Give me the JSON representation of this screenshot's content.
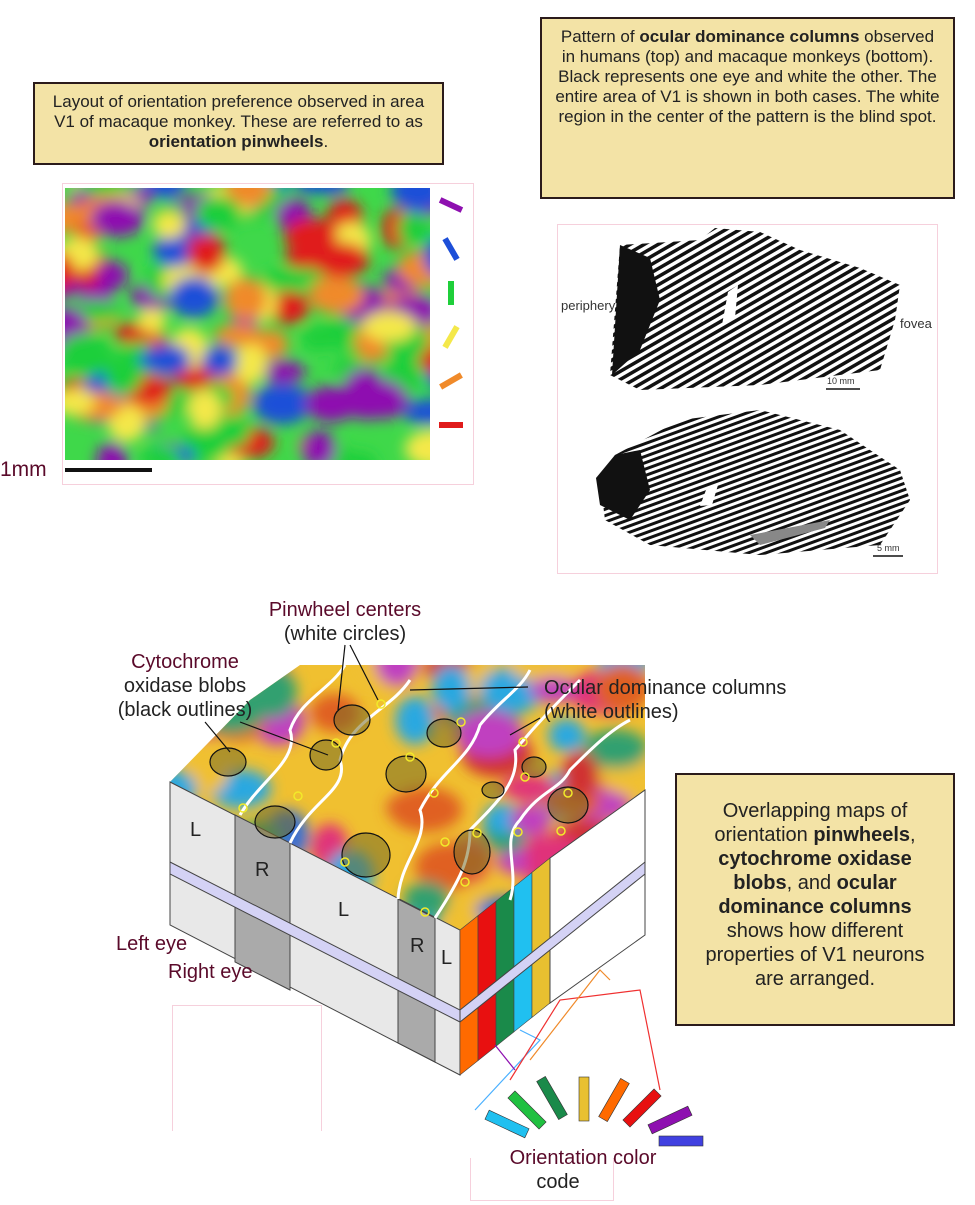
{
  "pinwheel_caption": {
    "pre": "Layout of orientation preference observed in area V1 of macaque monkey. These are referred to as ",
    "bold": "orientation pinwheels",
    "post": "."
  },
  "scale_label": "1mm",
  "od_caption": {
    "pre": "Pattern of ",
    "bold": "ocular dominance columns",
    "post": " observed in humans (top) and macaque monkeys (bottom). Black represents one eye and white the other. The entire area of V1 is shown in both cases. The white region in the center of the pattern is the blind spot."
  },
  "od_image": {
    "periphery": "periphery",
    "fovea": "fovea",
    "scale_top": "10 mm",
    "scale_bottom": "5 mm"
  },
  "diagram": {
    "pinwheel_centers": "Pinwheel centers",
    "pinwheel_centers_sub": "(white circles)",
    "blobs_l1": "Cytochrome",
    "blobs_l2": "oxidase blobs",
    "blobs_l3": "(black outlines)",
    "od_l1": "Ocular dominance columns",
    "od_l2": "(white outlines)",
    "left_eye": "Left eye",
    "right_eye": "Right eye",
    "col_L1": "L",
    "col_R1": "R",
    "col_L2": "L",
    "col_R2": "R",
    "col_L3": "L",
    "color_code_l1": "Orientation color",
    "color_code_l2": "code"
  },
  "summary": {
    "t1": "Overlapping maps of orientation ",
    "b1": "pinwheels",
    "t2": ", ",
    "b2": "cytochrome oxidase blobs",
    "t3": ", and ",
    "b3": "ocular dominance columns",
    "t4": " shows how different properties of V1 neurons are arranged."
  },
  "colors": {
    "caption_bg": "#f3e3a6",
    "label": "#5a0a2a",
    "orientation": [
      "#8e10b0",
      "#1d4fd8",
      "#1fcf3a",
      "#f4e84a",
      "#f08a2a",
      "#e01b1b"
    ]
  }
}
